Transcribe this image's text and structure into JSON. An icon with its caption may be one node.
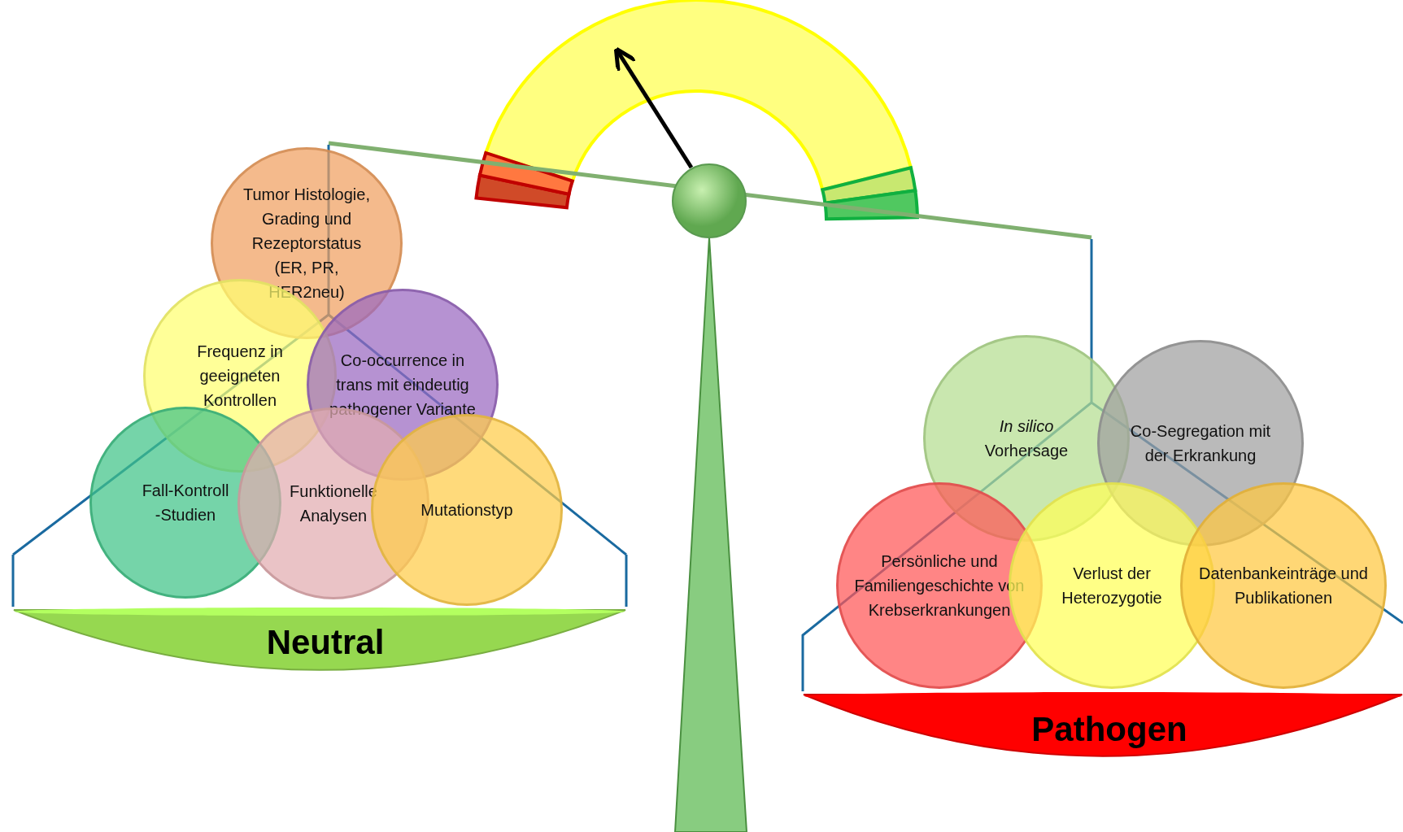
{
  "diagram": {
    "nodes": [
      {
        "text": [
          "Tumor Histologie, Grading und Rezeptorstatus (ER, PR, HER2neu)"
        ]
      },
      {
        "text": [
          "Frequenz in geeigneten Kontrollen"
        ]
      },
      {
        "text": [
          "Co-occurrence in trans mit eindeutig pathogener Variante"
        ]
      },
      {
        "text": [
          "Fall-Kontroll -Studien"
        ]
      },
      {
        "text": [
          "Funktionelle Analysen"
        ]
      },
      {
        "text": [
          "Mutationstyp"
        ]
      },
      {
        "text": [
          "*In silico* Vorhersage"
        ]
      },
      {
        "text": [
          "Co-Segregation mit der Erkrankung"
        ]
      },
      {
        "text": [
          "Persönliche und Familiengeschichte von Krebserkrankungen"
        ]
      },
      {
        "text": [
          "Verlust der Heterozygotie"
        ]
      },
      {
        "text": [
          "Datenbankeinträge und Publikationen"
        ]
      },
      {
        "text": [
          "Neutral"
        ]
      },
      {
        "text": [
          "Pathogen"
        ]
      }
    ]
  }
}
